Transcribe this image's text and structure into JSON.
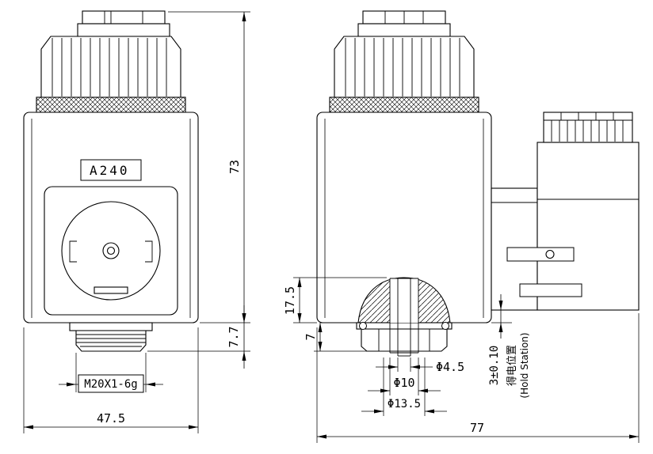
{
  "drawing": {
    "front_view": {
      "coil_label": "A240",
      "thread_spec": "M20X1-6g",
      "dim_width": "47.5",
      "dim_height": "73",
      "dim_stub_height": "7.7"
    },
    "side_view": {
      "dim_overall_width": "77",
      "dim_tube_depth": "17.5",
      "dim_nut_height": "7",
      "dim_bore_dia": "Φ4.5",
      "dim_tube_inner_dia": "Φ10",
      "dim_tube_outer_dia": "Φ13.5",
      "dim_stroke": "3±0.10",
      "hold_station_cn": "得电位置",
      "hold_station_en": "(Hold Station)"
    }
  }
}
